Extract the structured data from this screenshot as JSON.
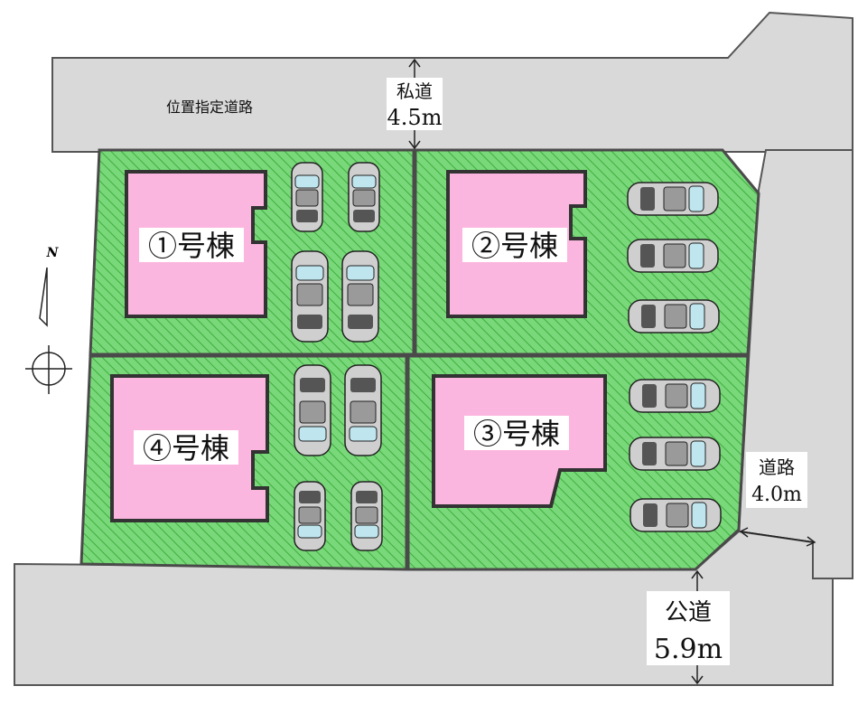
{
  "roads": {
    "top_road_type": "私道",
    "top_road_width": "4.5m",
    "top_road_note": "位置指定道路",
    "right_road_type": "道路",
    "right_road_width": "4.0m",
    "bottom_road_type": "公道",
    "bottom_road_width": "5.9m"
  },
  "houses": [
    {
      "label": "①号棟"
    },
    {
      "label": "②号棟"
    },
    {
      "label": "③号棟"
    },
    {
      "label": "④号棟"
    }
  ],
  "compass": {
    "north": "N"
  },
  "colors": {
    "lot_green": "#6fd36f",
    "house_pink": "#fbb6df",
    "road_gray": "#d9d9d9"
  }
}
